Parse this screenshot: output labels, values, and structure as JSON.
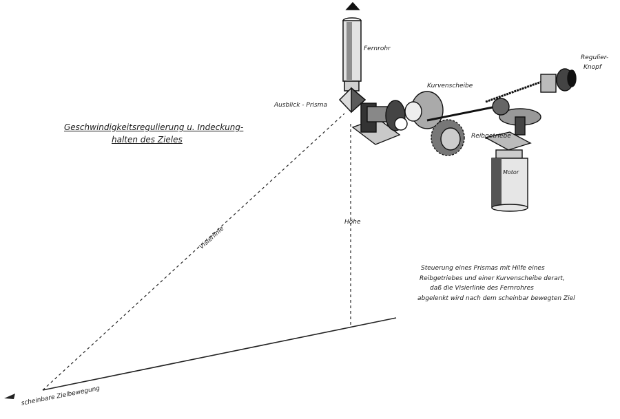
{
  "title_lines": [
    "Geschwindigkeitsregulierung u. Indeckung-",
    "halten des Zieles"
  ],
  "labels": {
    "fernrohr": "Fernrohr",
    "ausblick_prisma": "Ausblick - Prisma",
    "kurvenscheibe": "Kurvenscheibe",
    "regulier_knopf_1": "Regulier-",
    "regulier_knopf_2": "Knopf",
    "reibgetriebe": "Reibgetriebe",
    "motor": "Motor",
    "hoehe": "Höhe",
    "visierlinie": "Visierlinie",
    "scheinbare_zielbewegung": "scheinbare Zielbewegung"
  },
  "description_lines": [
    "Steuerung eines  Prismas mit Hilfe eines",
    "Reibgetriebes und einer Kurvenscheibe derart,",
    "daß die Visierlinie des Fernrohres",
    "abgelenkt wird nach dem scheinbar bewegten Ziel"
  ]
}
